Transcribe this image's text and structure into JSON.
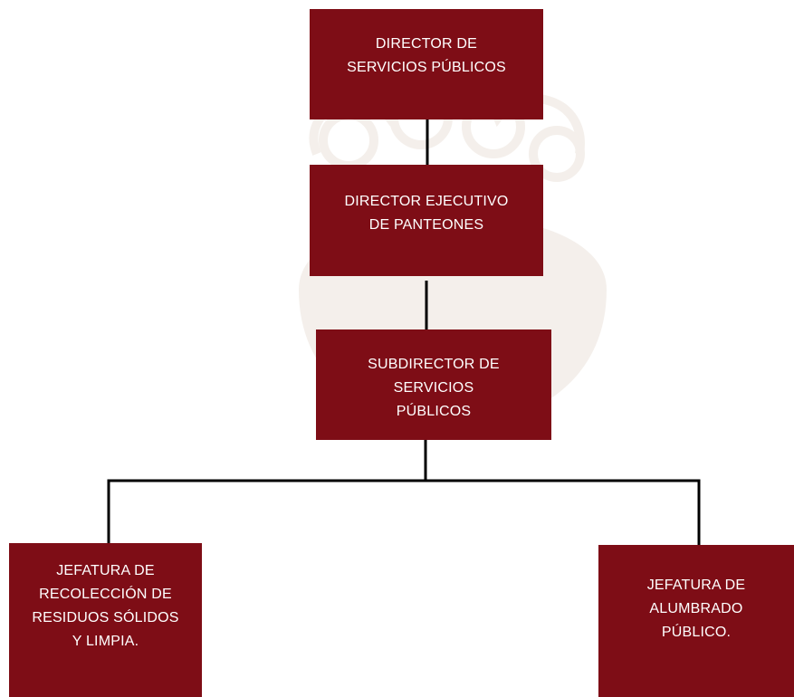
{
  "diagram": {
    "nodes": {
      "director": "DIRECTOR DE SERVICIOS PÚBLICOS",
      "panteones": "DIRECTOR EJECUTIVO DE PANTEONES",
      "subdirector": "SUBDIRECTOR DE SERVICIOS PÚBLICOS",
      "recoleccion": "JEFATURA DE RECOLECCIÓN DE RESIDUOS SÓLIDOS Y LIMPIA.",
      "alumbrado": "JEFATURA DE ALUMBRADO PÚBLICO."
    },
    "edges": [
      [
        "director",
        "panteones"
      ],
      [
        "panteones",
        "subdirector"
      ],
      [
        "subdirector",
        "recoleccion"
      ],
      [
        "subdirector",
        "alumbrado"
      ]
    ],
    "colors": {
      "box_fill": "#7e0d16",
      "box_text": "#ffffff",
      "connector": "#000000",
      "watermark": "#8a5a2a"
    }
  }
}
